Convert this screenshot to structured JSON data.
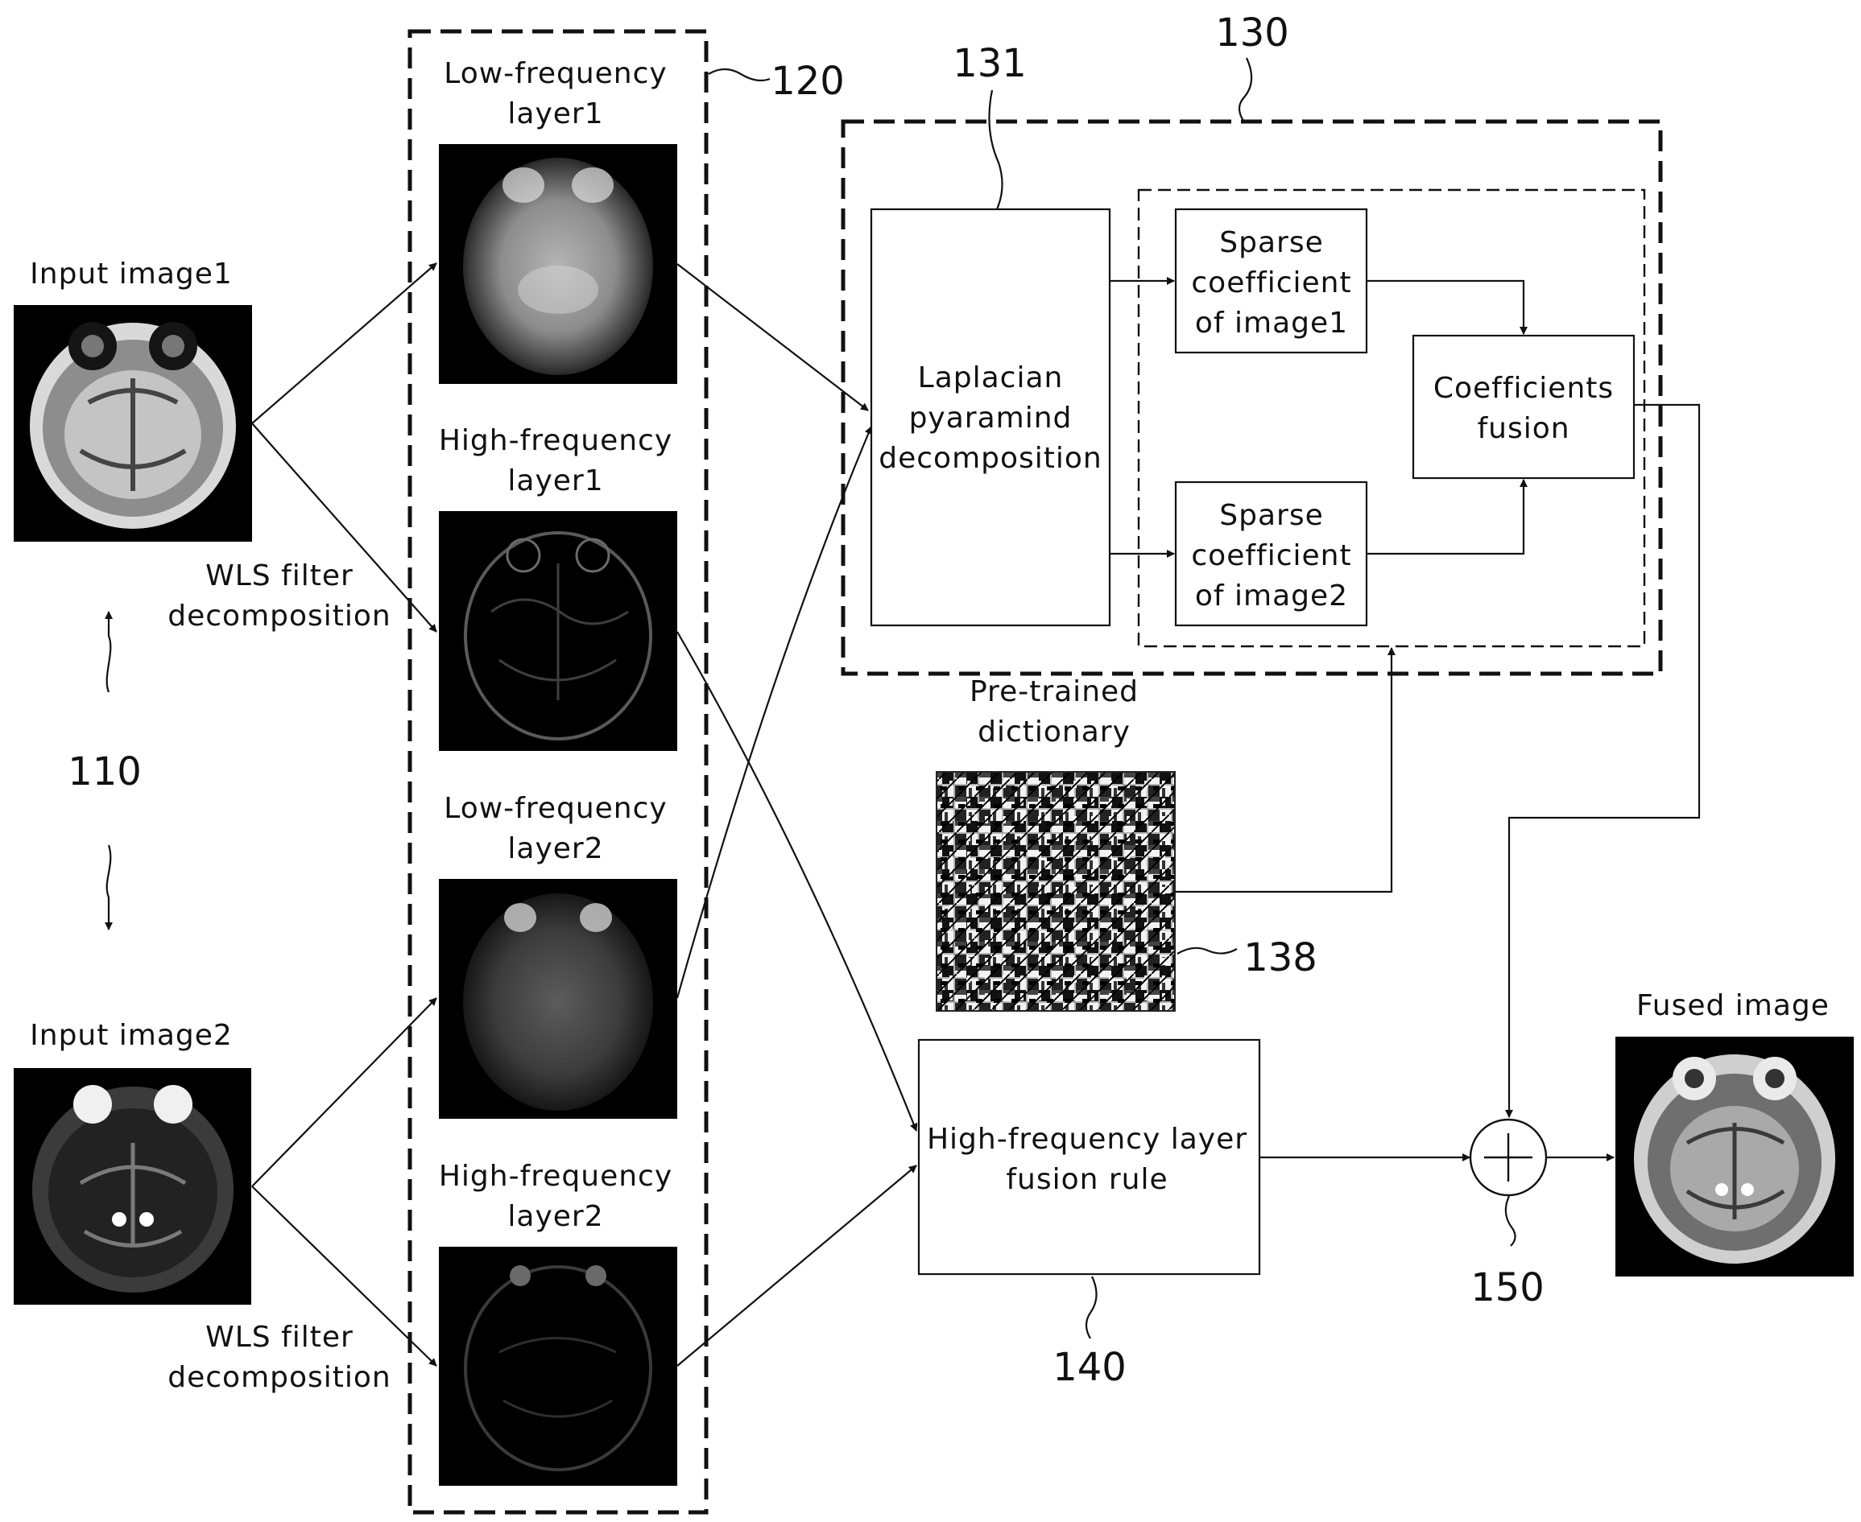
{
  "inputs": {
    "image1": "Input image1",
    "image2": "Input image2",
    "wls1": [
      "WLS filter",
      "decomposition"
    ],
    "wls2": [
      "WLS filter",
      "decomposition"
    ]
  },
  "layers": {
    "low1": [
      "Low-frequency",
      "layer1"
    ],
    "high1": [
      "High-frequency",
      "layer1"
    ],
    "low2": [
      "Low-frequency",
      "layer2"
    ],
    "high2": [
      "High-frequency",
      "layer2"
    ]
  },
  "blocks": {
    "laplacian": [
      "Laplacian",
      "pyaramind",
      "decomposition"
    ],
    "sparse1": [
      "Sparse",
      "coefficient",
      "of image1"
    ],
    "sparse2": [
      "Sparse",
      "coefficient",
      "of image2"
    ],
    "coef_fusion": [
      "Coefficients",
      "fusion"
    ],
    "dictionary": [
      "Pre-trained",
      "dictionary"
    ],
    "hf_rule": [
      "High-frequency layer",
      "fusion rule"
    ],
    "fused": "Fused image"
  },
  "refs": {
    "r110": "110",
    "r120": "120",
    "r130": "130",
    "r131": "131",
    "r138": "138",
    "r140": "140",
    "r150": "150"
  }
}
